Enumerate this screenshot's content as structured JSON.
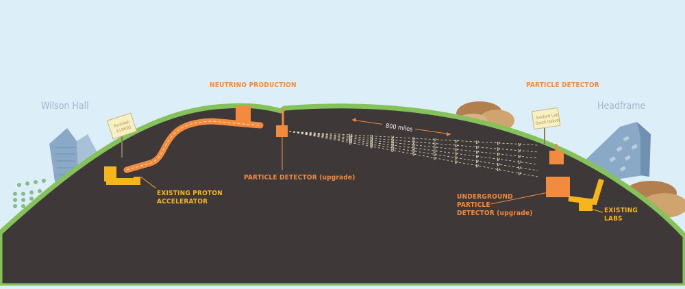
{
  "labels": {
    "wilson_hall": "Wilson Hall",
    "headframe": "Headframe",
    "neutrino_production": "NEUTRINO PRODUCTION",
    "particle_detector_top": "PARTICLE DETECTOR",
    "particle_detector_upgrade": "PARTICLE DETECTOR (upgrade)",
    "distance": "800 miles",
    "existing_proton_line1": "EXISTING PROTON",
    "existing_proton_line2": "ACCELERATOR",
    "underground_line1": "UNDERGROUND",
    "underground_line2": "PARTICLE",
    "underground_line3": "DETECTOR (upgrade)",
    "existing_labs_line1": "EXISTING",
    "existing_labs_line2": "LABS"
  },
  "signs": {
    "fermilab_line1": "Fermilab",
    "fermilab_line2": "ILLINOIS",
    "sanford_line1": "Sanford Lab",
    "sanford_line2": "South Dakota"
  },
  "neutrino_symbol": "ν",
  "colors": {
    "sky": "#dceef8",
    "earth": "#3e3838",
    "grass": "#86c25a",
    "orange": "#f38b3e",
    "yellow": "#f4b51d",
    "building": "#8aa9c7"
  }
}
